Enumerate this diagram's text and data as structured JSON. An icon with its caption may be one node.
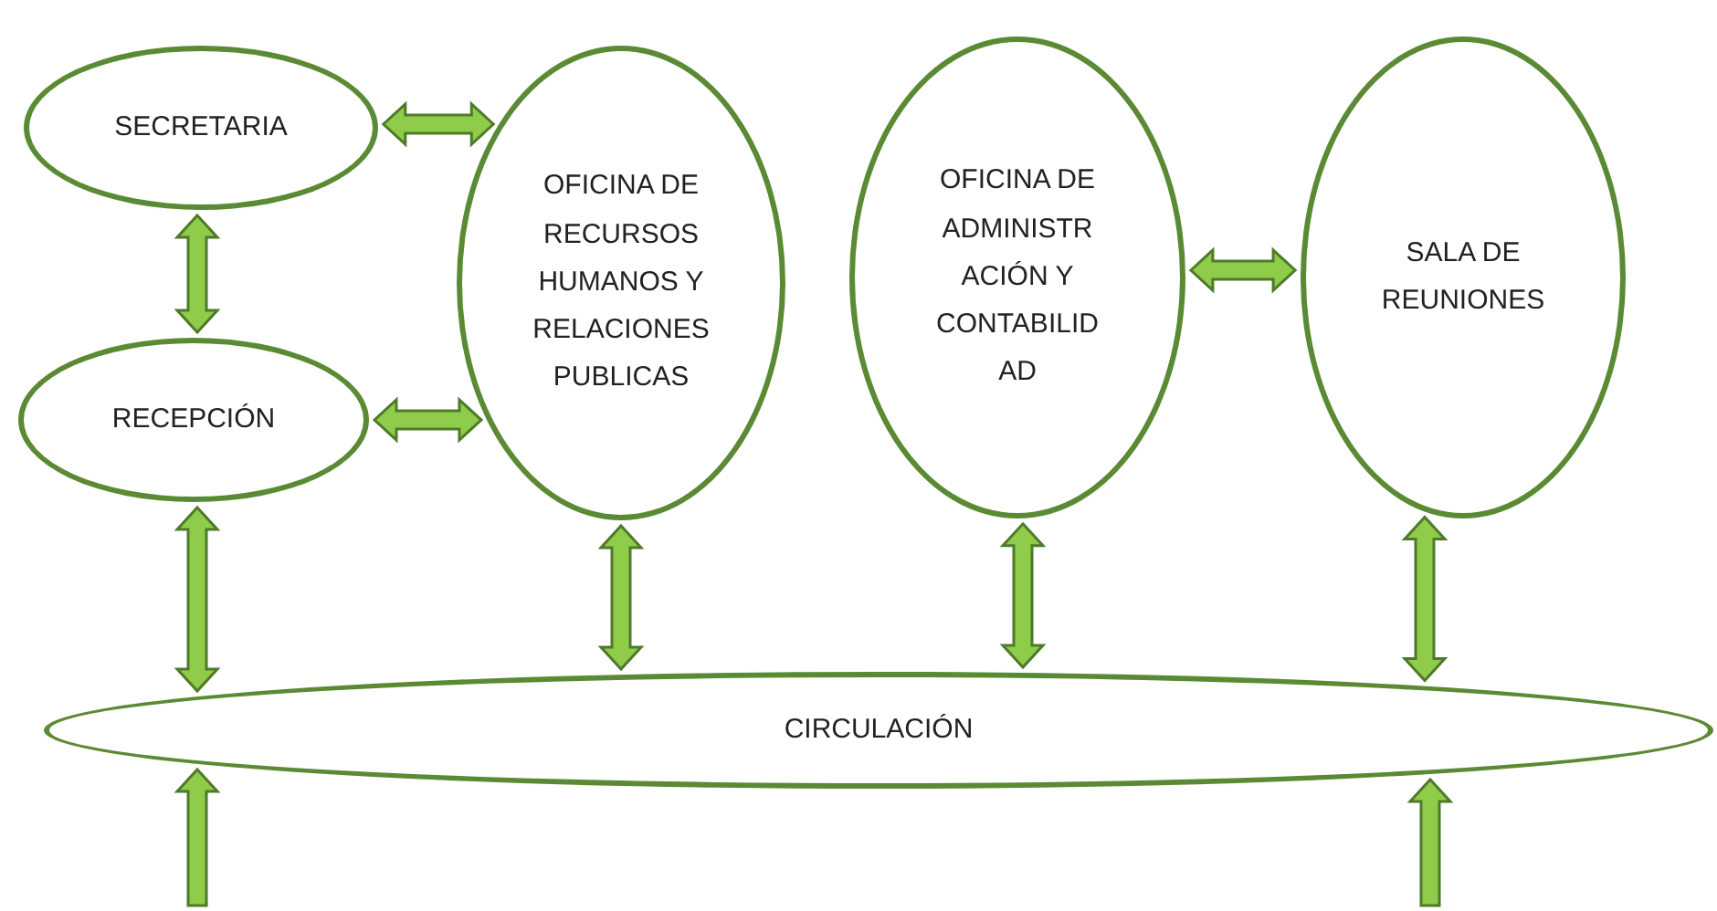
{
  "diagram": {
    "nodes": [
      {
        "text": [
          "SECRETARIA"
        ]
      },
      {
        "text": [
          "RECEPCIÓN"
        ]
      },
      {
        "text": [
          "OFICINA DE RECURSOS HUMANOS Y RELACIONES PUBLICAS"
        ]
      },
      {
        "text": [
          "OFICINA DE ADMINISTR ACIÓN Y CONTABILID AD"
        ]
      },
      {
        "text": [
          "SALA DE REUNIONES"
        ]
      },
      {
        "text": [
          "CIRCULACIÓN"
        ]
      }
    ],
    "edges": [
      {
        "from": 0,
        "to": 2,
        "arrow": "both"
      },
      {
        "from": 0,
        "to": 1,
        "arrow": "both"
      },
      {
        "from": 1,
        "to": 2,
        "arrow": "both"
      },
      {
        "from": 3,
        "to": 4,
        "arrow": "both"
      },
      {
        "from": 1,
        "to": 5,
        "arrow": "both"
      },
      {
        "from": 2,
        "to": 5,
        "arrow": "both"
      },
      {
        "from": 3,
        "to": 5,
        "arrow": "both"
      },
      {
        "from": 4,
        "to": 5,
        "arrow": "both"
      },
      {
        "from": null,
        "to": 5,
        "arrow": "to"
      },
      {
        "from": null,
        "to": 5,
        "arrow": "to"
      }
    ]
  }
}
